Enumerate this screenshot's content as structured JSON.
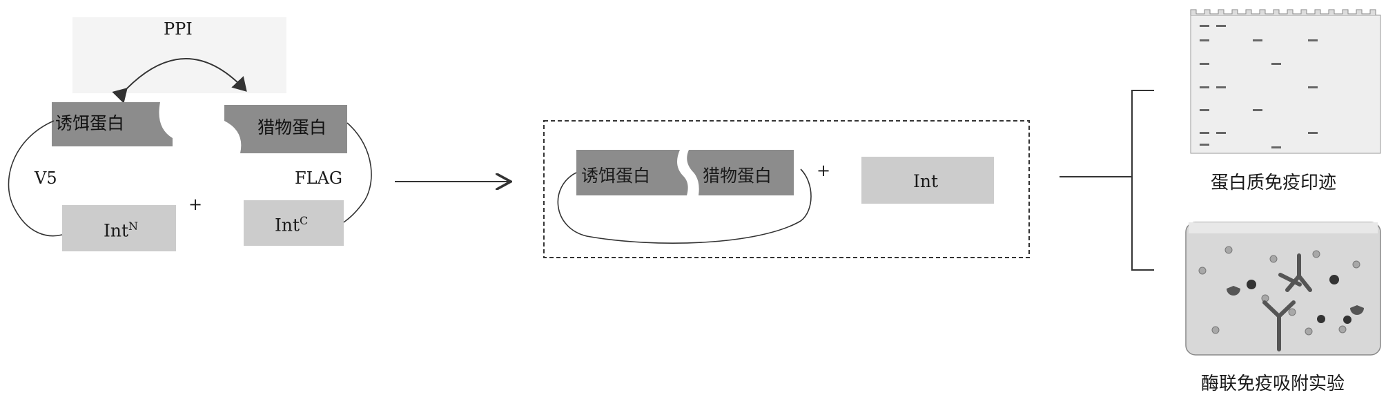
{
  "left": {
    "ppi": "PPI",
    "bait": "诱饵蛋白",
    "prey": "猎物蛋白",
    "v5": "V5",
    "flag": "FLAG",
    "plus": "+",
    "intN_base": "Int",
    "intN_sup": "N",
    "intC_base": "Int",
    "intC_sup": "C"
  },
  "middle": {
    "bait": "诱饵蛋白",
    "prey": "猎物蛋白",
    "plus": "+",
    "int": "Int"
  },
  "right": {
    "western_label": "蛋白质免疫印迹",
    "elisa_label": "酶联免疫吸附实验"
  },
  "colors": {
    "dark_box": "#8c8c8c",
    "light_box": "#cccccc",
    "line": "#333333"
  }
}
